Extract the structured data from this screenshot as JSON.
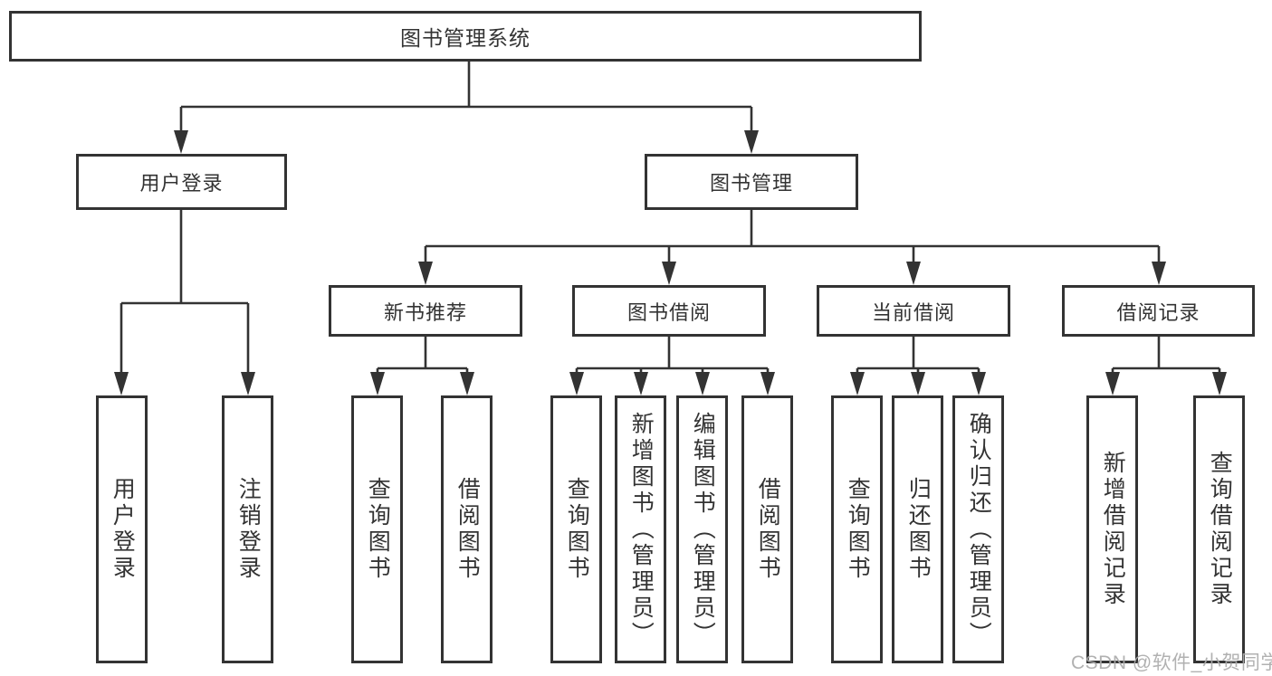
{
  "colors": {
    "line": "#333333",
    "box_border": "#333333",
    "text": "#333333",
    "background": "#ffffff",
    "watermark": "#aaaaaa"
  },
  "watermark": "CSDN @软件_小贺同学",
  "nodes": {
    "root": "图书管理系统",
    "user_login": "用户登录",
    "book_mgmt": "图书管理",
    "leaf_user_login": "用户登录",
    "leaf_logout": "注销登录",
    "new_book_rec": "新书推荐",
    "book_borrow": "图书借阅",
    "current_borrow": "当前借阅",
    "borrow_record": "借阅记录",
    "nbr_query_books": "查询图书",
    "nbr_borrow_books": "借阅图书",
    "bb_query_books": "查询图书",
    "bb_add_books": "新增图书（管理员）",
    "bb_edit_books": "编辑图书（管理员）",
    "bb_borrow_books": "借阅图书",
    "cb_query_books": "查询图书",
    "cb_return_books": "归还图书",
    "cb_confirm_return": "确认归还（管理员）",
    "br_add_record": "新增借阅记录",
    "br_query_record": "查询借阅记录"
  },
  "edges": [
    [
      "root",
      "user_login"
    ],
    [
      "root",
      "book_mgmt"
    ],
    [
      "user_login",
      "leaf_user_login"
    ],
    [
      "user_login",
      "leaf_logout"
    ],
    [
      "book_mgmt",
      "new_book_rec"
    ],
    [
      "book_mgmt",
      "book_borrow"
    ],
    [
      "book_mgmt",
      "current_borrow"
    ],
    [
      "book_mgmt",
      "borrow_record"
    ],
    [
      "new_book_rec",
      "nbr_query_books"
    ],
    [
      "new_book_rec",
      "nbr_borrow_books"
    ],
    [
      "book_borrow",
      "bb_query_books"
    ],
    [
      "book_borrow",
      "bb_add_books"
    ],
    [
      "book_borrow",
      "bb_edit_books"
    ],
    [
      "book_borrow",
      "bb_borrow_books"
    ],
    [
      "current_borrow",
      "cb_query_books"
    ],
    [
      "current_borrow",
      "cb_return_books"
    ],
    [
      "current_borrow",
      "cb_confirm_return"
    ],
    [
      "borrow_record",
      "br_add_record"
    ],
    [
      "borrow_record",
      "br_query_record"
    ]
  ]
}
